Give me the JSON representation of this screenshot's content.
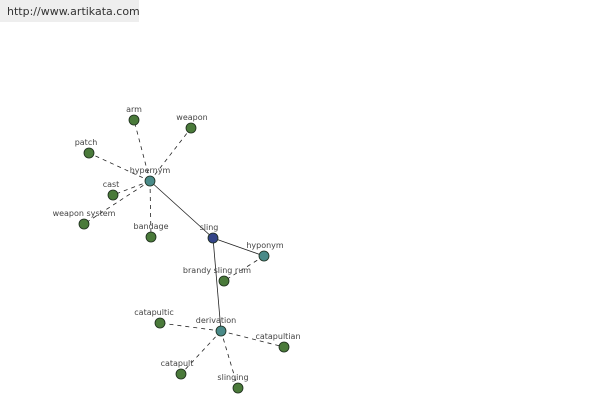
{
  "url": "http://www.artikata.com",
  "colors": {
    "background": "#ffffff",
    "url_bar": "#eeeeee",
    "root_node": "#334488",
    "relation_node": "#4a8a88",
    "word_node": "#4a7a3a",
    "edge": "#222222"
  },
  "graph": {
    "root": "sling",
    "relations": [
      {
        "label": "hypernym",
        "words": [
          "arm",
          "weapon",
          "patch",
          "cast",
          "weapon system",
          "bandage"
        ]
      },
      {
        "label": "hyponym",
        "words": [
          "brandy sling rum"
        ]
      },
      {
        "label": "derivation",
        "words": [
          "catapultic",
          "catapultian",
          "catapult",
          "slinging"
        ]
      }
    ]
  }
}
